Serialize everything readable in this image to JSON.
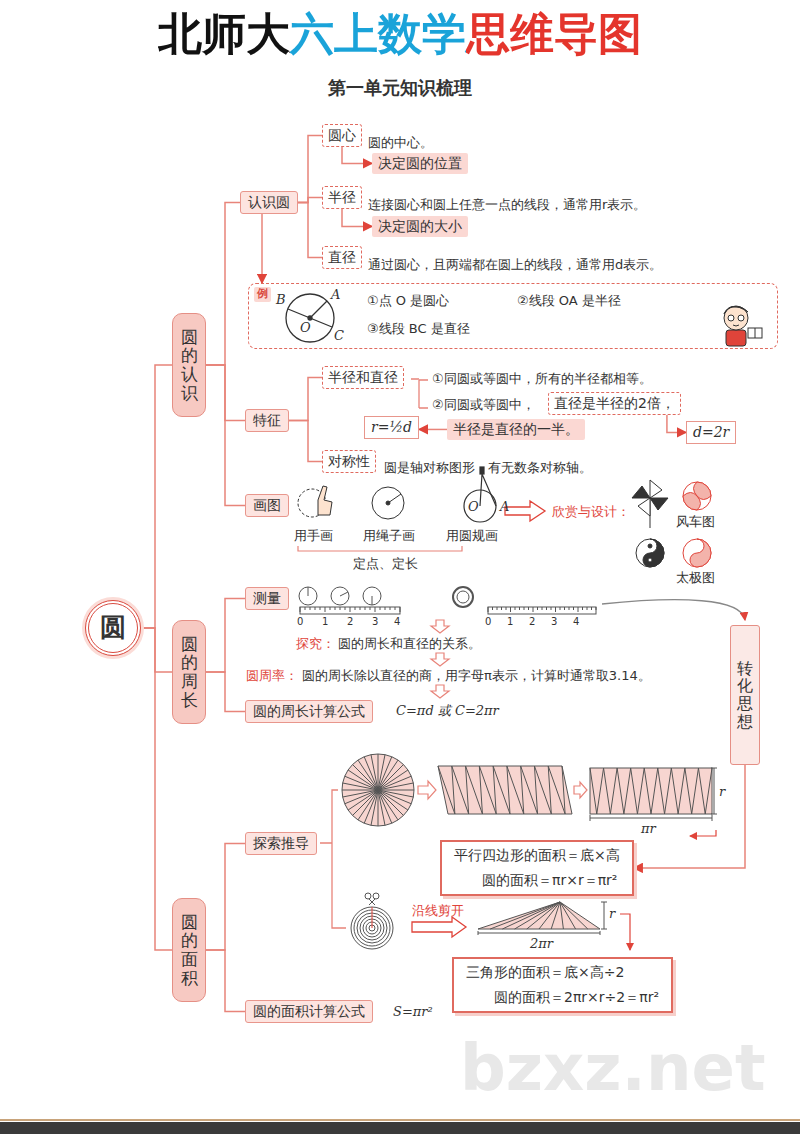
{
  "diagram": {
    "title": "北师大六上数学思维导图",
    "caption": "第一单元知识梳理",
    "nodes": [
      {
        "text": [
          "圆"
        ]
      },
      {
        "text": [
          "圆的认识"
        ]
      },
      {
        "text": [
          "圆的周长"
        ]
      },
      {
        "text": [
          "圆的面积"
        ]
      },
      {
        "text": [
          "认识圆"
        ]
      },
      {
        "text": [
          "圆心"
        ]
      },
      {
        "text": [
          "决定圆的位置"
        ]
      },
      {
        "text": [
          "半径"
        ]
      },
      {
        "text": [
          "决定圆的大小"
        ]
      },
      {
        "text": [
          "直径"
        ]
      },
      {
        "text": [
          "例",
          "①点 O 是圆心",
          "②线段 OA 是半径",
          "③线段 BC 是直径"
        ]
      },
      {
        "text": [
          "特征"
        ]
      },
      {
        "text": [
          "半径和直径"
        ]
      },
      {
        "text": [
          "直径是半径的2倍，"
        ]
      },
      {
        "text": [
          "r=½d"
        ]
      },
      {
        "text": [
          "半径是直径的一半。"
        ]
      },
      {
        "text": [
          "d=2r"
        ]
      },
      {
        "text": [
          "对称性"
        ]
      },
      {
        "text": [
          "画图"
        ]
      },
      {
        "text": [
          "测量"
        ]
      },
      {
        "text": [
          "圆的周长计算公式"
        ]
      },
      {
        "text": [
          "探索推导"
        ]
      },
      {
        "text": [
          "圆的面积计算公式"
        ]
      },
      {
        "text": [
          "平行四边形的面积＝底×高",
          "圆的面积＝πr×r＝πr²"
        ]
      },
      {
        "text": [
          "三角形的面积＝底×高÷2",
          "圆的面积＝2πr×r÷2＝πr²"
        ]
      },
      {
        "text": [
          "转化思想"
        ]
      }
    ],
    "edges": [
      {
        "from": 0,
        "to": 1,
        "arrow": "none"
      },
      {
        "from": 0,
        "to": 2,
        "arrow": "none"
      },
      {
        "from": 0,
        "to": 3,
        "arrow": "none"
      },
      {
        "from": 1,
        "to": 4,
        "arrow": "none"
      },
      {
        "from": 1,
        "to": 11,
        "arrow": "none"
      },
      {
        "from": 1,
        "to": 18,
        "arrow": "none"
      },
      {
        "from": 4,
        "to": 5,
        "arrow": "none"
      },
      {
        "from": 4,
        "to": 7,
        "arrow": "none"
      },
      {
        "from": 4,
        "to": 9,
        "arrow": "none"
      },
      {
        "from": 5,
        "to": 6,
        "arrow": "to"
      },
      {
        "from": 7,
        "to": 8,
        "arrow": "to"
      },
      {
        "from": 4,
        "to": 10,
        "arrow": "to"
      },
      {
        "from": 11,
        "to": 12,
        "arrow": "none"
      },
      {
        "from": 11,
        "to": 17,
        "arrow": "none"
      },
      {
        "from": 15,
        "to": 14,
        "arrow": "to"
      },
      {
        "from": 13,
        "to": 16,
        "arrow": "to"
      },
      {
        "from": 2,
        "to": 19,
        "arrow": "none"
      },
      {
        "from": 2,
        "to": 20,
        "arrow": "none"
      },
      {
        "from": 3,
        "to": 21,
        "arrow": "none"
      },
      {
        "from": 3,
        "to": 22,
        "arrow": "none"
      },
      {
        "from": 25,
        "to": 23,
        "arrow": "to"
      }
    ],
    "labels": [
      "圆的中心。",
      "连接圆心和圆上任意一点的线段，通常用r表示。",
      "通过圆心，且两端都在圆上的线段，通常用d表示。",
      "B",
      "A",
      "O",
      "C",
      "①同圆或等圆中，所有的半径都相等。",
      "②同圆或等圆中，",
      "圆是轴对称图形，有无数条对称轴。",
      "用手画",
      "用绳子画",
      "用圆规画",
      "O",
      "A",
      "定点、定长",
      "欣赏与设计：",
      "风车图",
      "太极图",
      "0",
      "1",
      "2",
      "3",
      "4",
      "0",
      "1",
      "2",
      "3",
      "4",
      "探究：",
      "圆的周长和直径的关系。",
      "圆周率：",
      "圆的周长除以直径的商，用字母π表示，计算时通常取3.14。",
      "C=πd 或 C=2πr",
      "r",
      "πr",
      "沿线剪开",
      "r",
      "2πr",
      "S=πr²",
      "bzxz.net"
    ]
  }
}
